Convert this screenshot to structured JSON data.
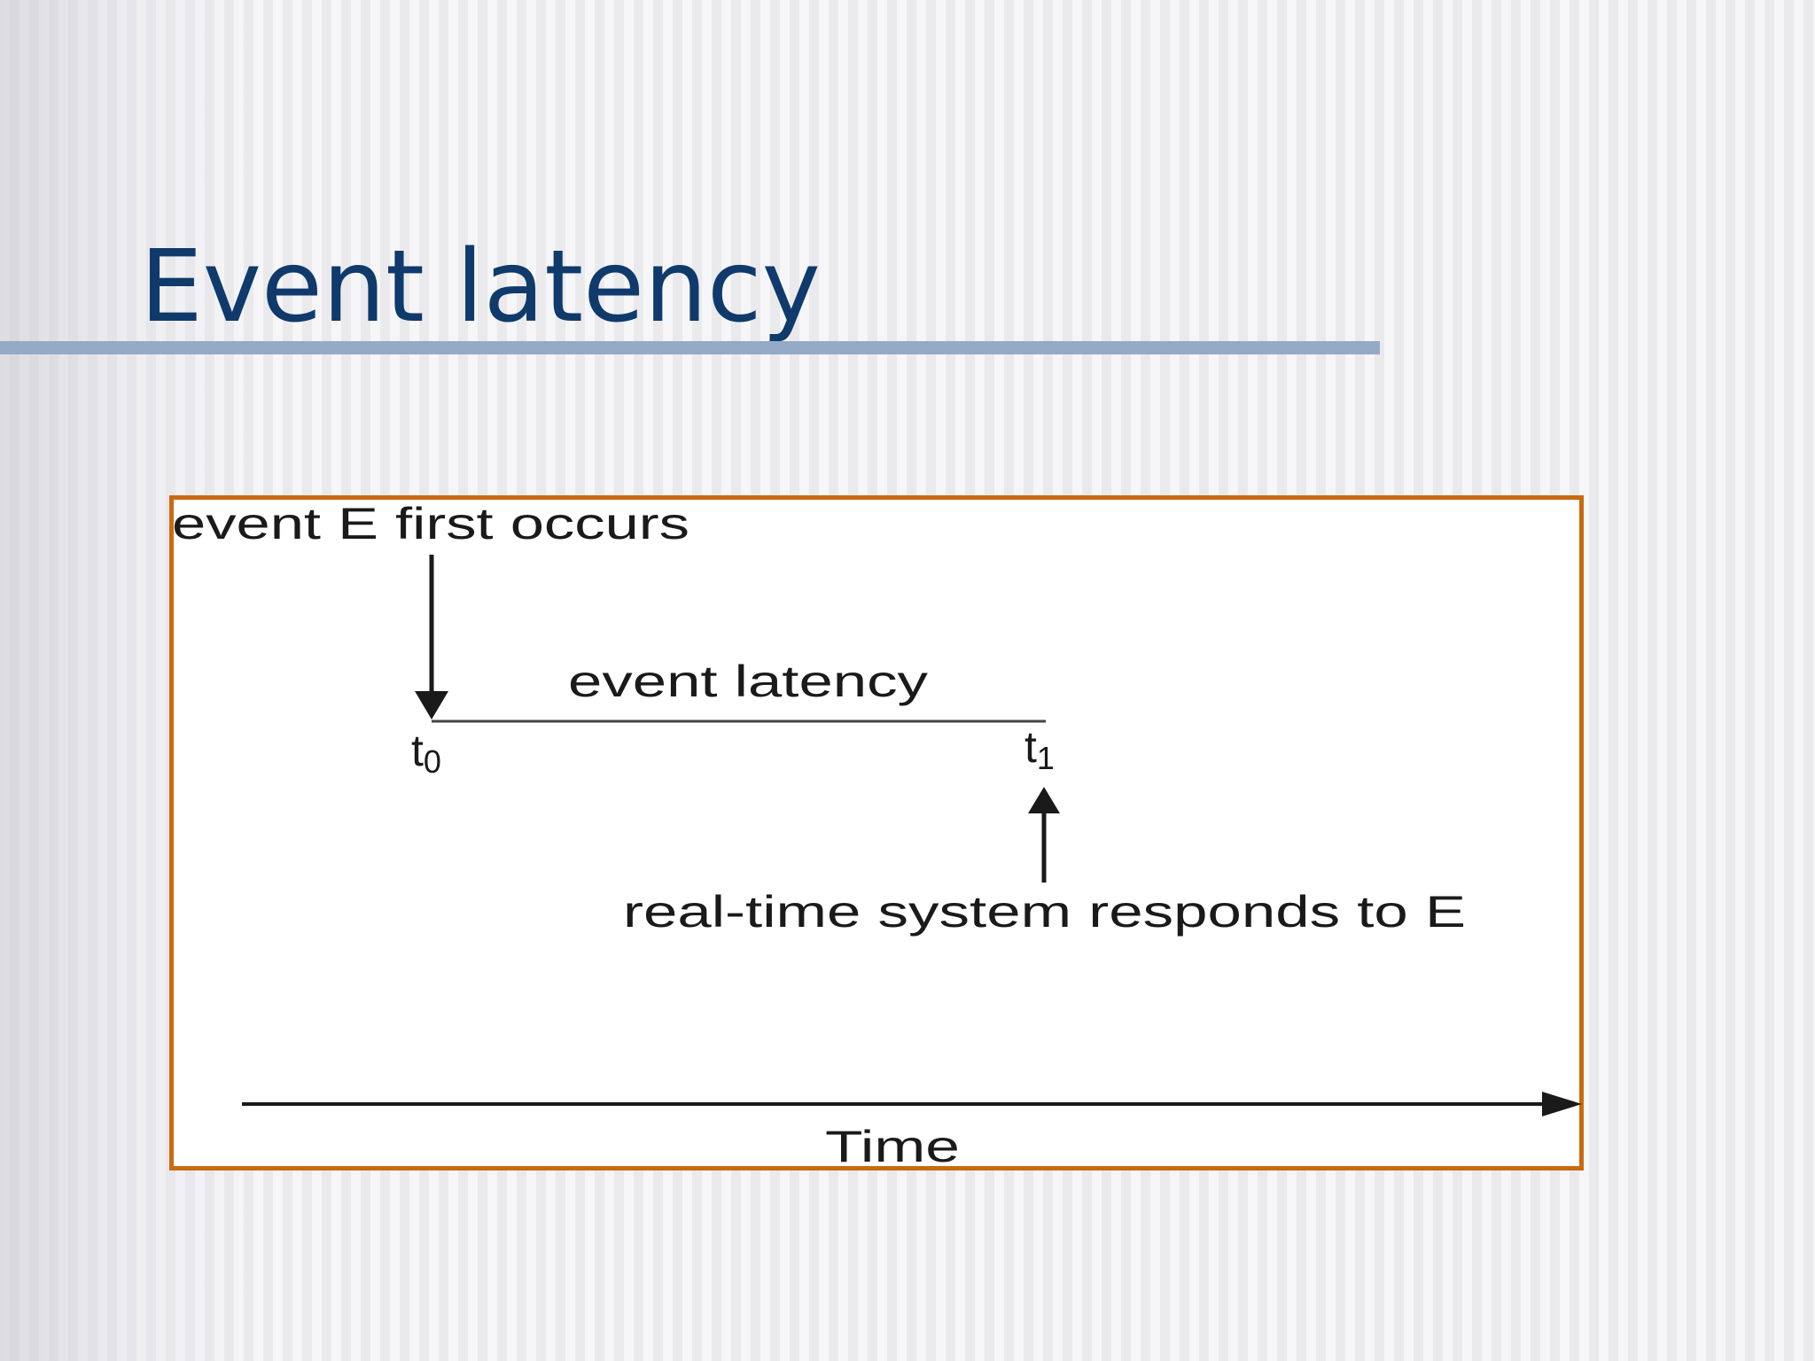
{
  "slide": {
    "title": "Event latency"
  },
  "diagram": {
    "labels": {
      "event_occurs": "event E first occurs",
      "event_latency": "event latency",
      "t0_base": "t",
      "t0_sub": "0",
      "t1_base": "t",
      "t1_sub": "1",
      "system_responds": "real-time system responds to E",
      "time_axis": "Time"
    },
    "colors": {
      "title": "#0f3a6b",
      "title_rule": "#94aac6",
      "frame_border": "#c96a12",
      "ink": "#1a1a1a"
    }
  }
}
